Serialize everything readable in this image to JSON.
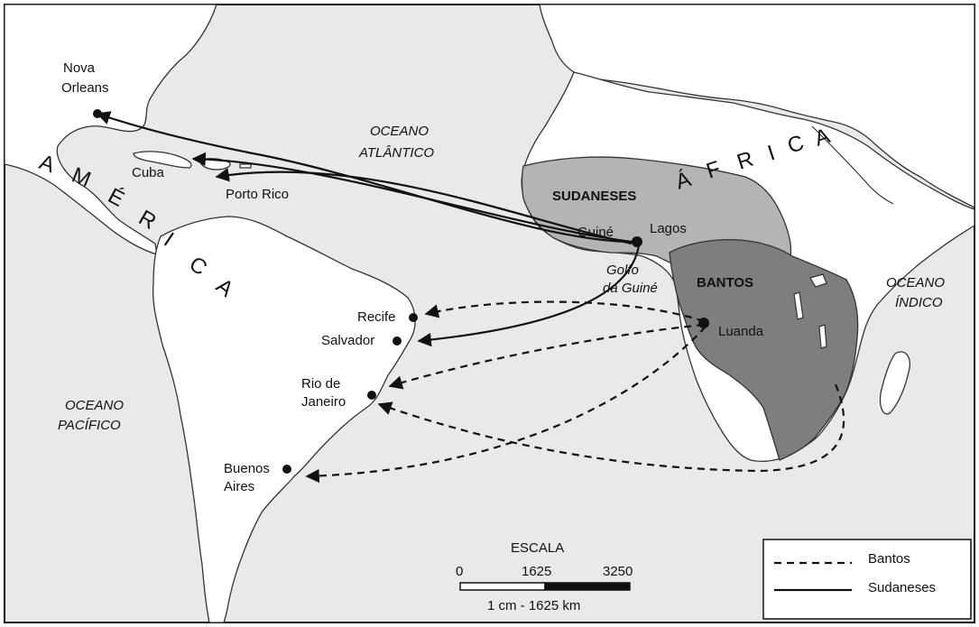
{
  "map": {
    "oceans": {
      "atlantic": [
        "OCEANO",
        "ATLÂNTICO"
      ],
      "pacific": [
        "OCEANO",
        "PACÍFICO"
      ],
      "indian": [
        "OCEANO",
        "ÍNDICO"
      ],
      "gulf": [
        "Golfo",
        "da Guiné"
      ]
    },
    "continents": {
      "america_letters": [
        "A",
        "M",
        "É",
        "R",
        "I",
        "C",
        "A"
      ],
      "africa_letters": [
        "Á",
        "F",
        "R",
        "I",
        "C",
        "A"
      ]
    },
    "regions": {
      "sudaneses": "SUDANESES",
      "bantos": "BANTOS"
    },
    "places": {
      "nova_orleans": [
        "Nova",
        "Orleans"
      ],
      "cuba": "Cuba",
      "porto_rico": "Porto Rico",
      "guine": "Guiné",
      "lagos": "Lagos",
      "luanda": "Luanda",
      "recife": "Recife",
      "salvador": "Salvador",
      "rio": [
        "Rio de",
        "Janeiro"
      ],
      "buenos_aires": [
        "Buenos",
        "Aires"
      ]
    },
    "scale": {
      "title": "ESCALA",
      "ticks": [
        "0",
        "1625",
        "3250"
      ],
      "caption": "1 cm - 1625 km"
    },
    "legend": {
      "bantos": "Bantos",
      "sudaneses": "Sudaneses"
    },
    "colors": {
      "ocean": "#e9e9e9",
      "land": "#ffffff",
      "sudaneses_region": "#b4b4b4",
      "bantos_region": "#7e7e7e",
      "ink": "#111111"
    }
  }
}
